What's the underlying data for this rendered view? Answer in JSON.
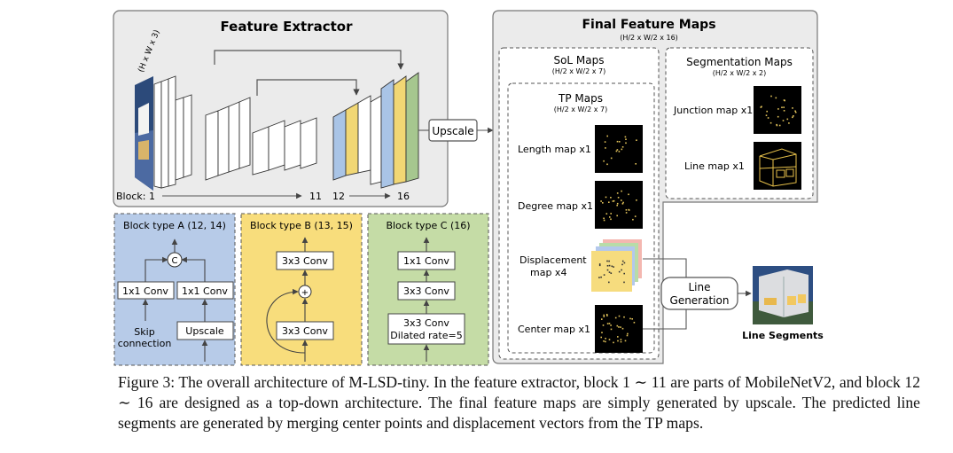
{
  "feature_extractor": {
    "title": "Feature Extractor",
    "input_dim": "(H x W x 3)",
    "block_axis": {
      "label": "Block: 1",
      "mark_11": "11",
      "mark_12": "12",
      "mark_16": "16"
    }
  },
  "upscale_label": "Upscale",
  "final_maps": {
    "title": "Final Feature Maps",
    "dim": "(H/2 x W/2 x 16)",
    "sol": {
      "title": "SoL Maps",
      "dim": "(H/2 x W/2 x 7)"
    },
    "tp": {
      "title": "TP Maps",
      "dim": "(H/2 x W/2 x 7)",
      "maps": {
        "length": "Length map x1",
        "degree": "Degree map x1",
        "displacement_1": "Displacement",
        "displacement_2": "map x4",
        "center": "Center map x1"
      }
    },
    "seg": {
      "title": "Segmentation Maps",
      "dim": "(H/2 x W/2 x 2)",
      "junction": "Junction map x1",
      "line": "Line map x1"
    }
  },
  "line_generation": {
    "line1": "Line",
    "line2": "Generation"
  },
  "line_segments": "Line Segments",
  "block_a": {
    "title": "Block type A (12, 14)",
    "concat": "C",
    "conv_left": "1x1 Conv",
    "conv_right": "1x1 Conv",
    "skip_1": "Skip",
    "skip_2": "connection",
    "upscale": "Upscale"
  },
  "block_b": {
    "title": "Block type B (13, 15)",
    "conv_top": "3x3 Conv",
    "add": "+",
    "conv_bottom": "3x3 Conv"
  },
  "block_c": {
    "title": "Block type C (16)",
    "conv_1": "1x1 Conv",
    "conv_2": "3x3 Conv",
    "conv_3a": "3x3 Conv",
    "conv_3b": "Dilated rate=5"
  },
  "caption": "Figure 3: The overall architecture of M-LSD-tiny. In the feature extractor, block 1 ∼ 11 are parts of MobileNetV2, and block 12 ∼ 16 are designed as a top-down architecture. The final feature maps are simply generated by upscale. The predicted line segments are generated by merging center points and displacement vectors from the TP maps.",
  "colors": {
    "panel_grey": "#ebebeb",
    "block_a": "#b7cbe8",
    "block_b": "#f8dd7c",
    "block_c": "#c5dca6",
    "blue_layer": "#a9c4e6",
    "yellow_layer": "#f1d774",
    "green_layer": "#a6c78f"
  }
}
